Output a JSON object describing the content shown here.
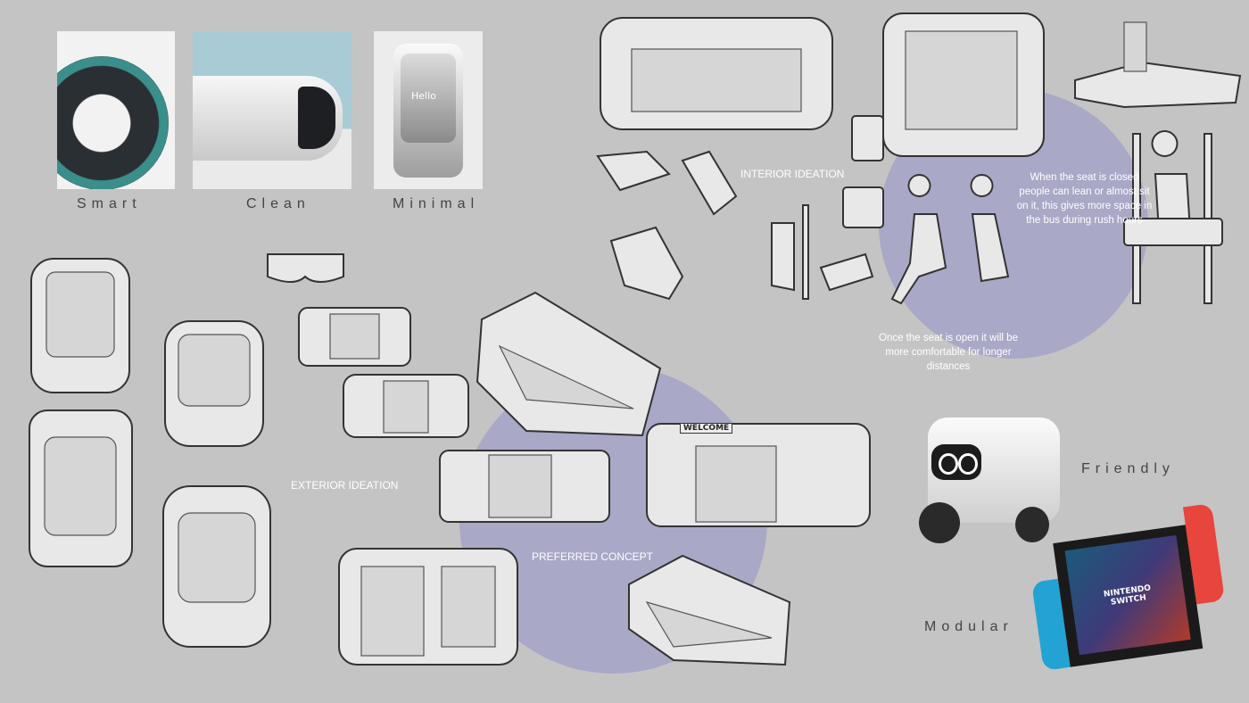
{
  "moodboard": {
    "smart": "Smart",
    "clean": "Clean",
    "minimal": "Minimal",
    "hello": "Hello"
  },
  "sections": {
    "interior": "INTERIOR IDEATION",
    "exterior": "EXTERIOR IDEATION",
    "preferred": "PREFERRED CONCEPT"
  },
  "notes": {
    "closed": "When the seat is closed people can lean or almost sit on it, this gives more space in the bus during rush hours",
    "open": "Once the seat is open it will be more comfortable for longer distances"
  },
  "inspiration": {
    "friendly": "Friendly",
    "modular": "Modular",
    "switch_logo": "NINTENDO SWITCH",
    "welcome_sign": "WELCOME"
  },
  "colors": {
    "background": "#c4c4c4",
    "highlight_circle": "#a9a8c6"
  }
}
